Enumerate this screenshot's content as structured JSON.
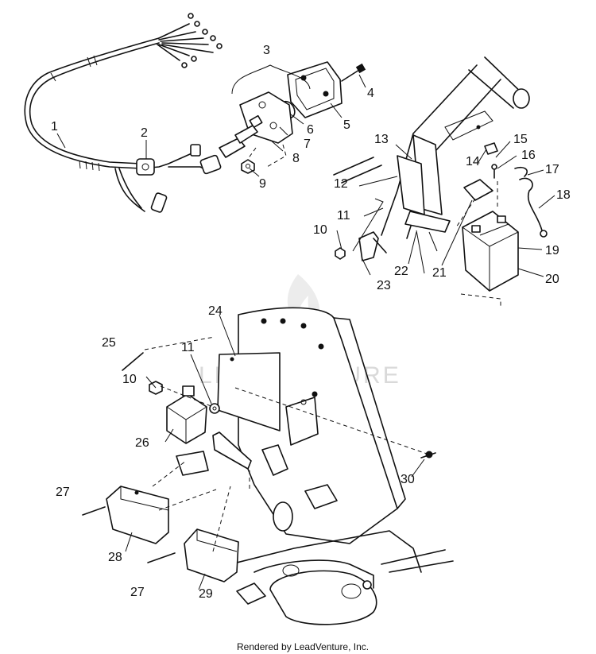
{
  "watermark": "LEADVENTURE",
  "credit": "Rendered by LeadVenture, Inc.",
  "callouts": [
    {
      "id": "1",
      "label": "1"
    },
    {
      "id": "2",
      "label": "2"
    },
    {
      "id": "3",
      "label": "3"
    },
    {
      "id": "4",
      "label": "4"
    },
    {
      "id": "5",
      "label": "5"
    },
    {
      "id": "6",
      "label": "6"
    },
    {
      "id": "7",
      "label": "7"
    },
    {
      "id": "8",
      "label": "8"
    },
    {
      "id": "9",
      "label": "9"
    },
    {
      "id": "10a",
      "label": "10"
    },
    {
      "id": "11a",
      "label": "11"
    },
    {
      "id": "12",
      "label": "12"
    },
    {
      "id": "13",
      "label": "13"
    },
    {
      "id": "14",
      "label": "14"
    },
    {
      "id": "15",
      "label": "15"
    },
    {
      "id": "16",
      "label": "16"
    },
    {
      "id": "17",
      "label": "17"
    },
    {
      "id": "18",
      "label": "18"
    },
    {
      "id": "19",
      "label": "19"
    },
    {
      "id": "20",
      "label": "20"
    },
    {
      "id": "21",
      "label": "21"
    },
    {
      "id": "22",
      "label": "22"
    },
    {
      "id": "23",
      "label": "23"
    },
    {
      "id": "24",
      "label": "24"
    },
    {
      "id": "25",
      "label": "25"
    },
    {
      "id": "11b",
      "label": "11"
    },
    {
      "id": "10b",
      "label": "10"
    },
    {
      "id": "26",
      "label": "26"
    },
    {
      "id": "27a",
      "label": "27"
    },
    {
      "id": "28",
      "label": "28"
    },
    {
      "id": "27b",
      "label": "27"
    },
    {
      "id": "29",
      "label": "29"
    },
    {
      "id": "30",
      "label": "30"
    }
  ]
}
